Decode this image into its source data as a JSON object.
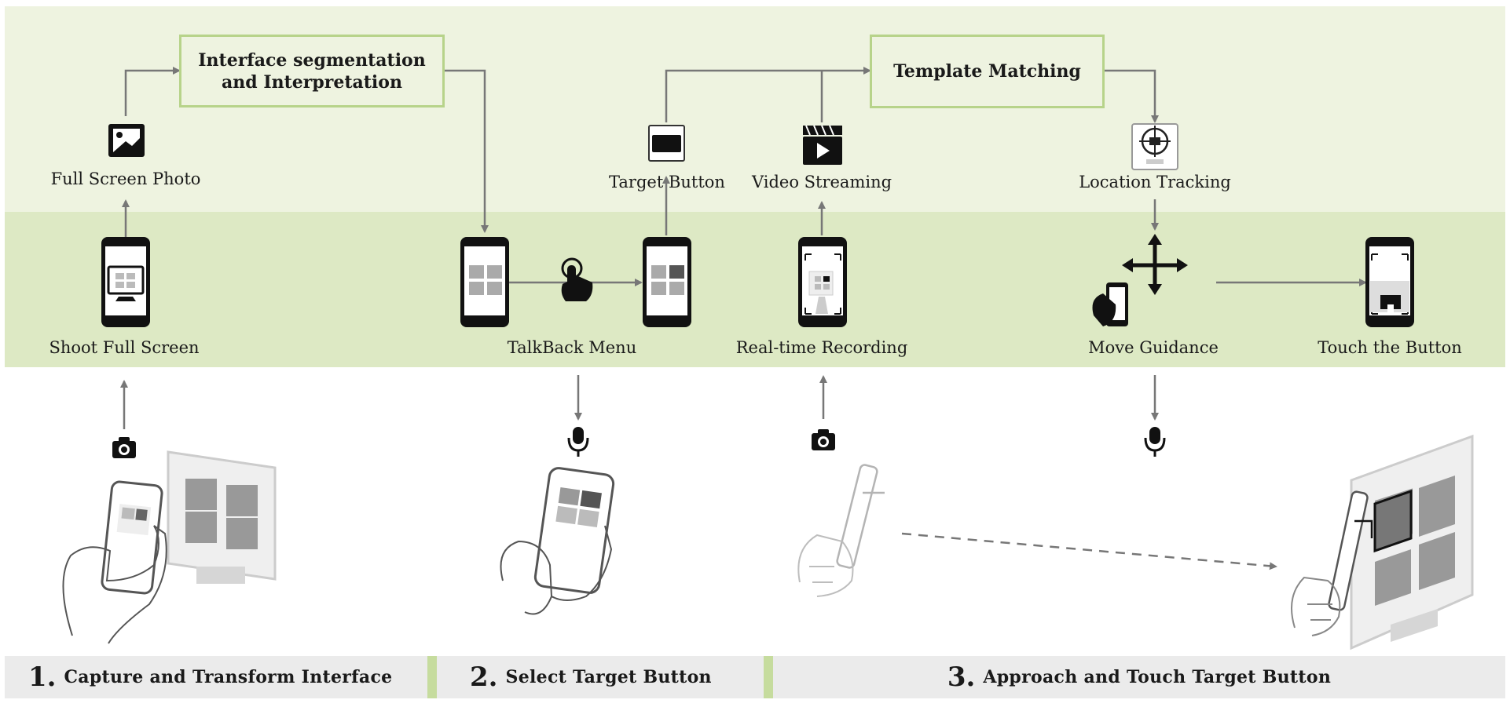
{
  "process_boxes": {
    "segmentation": "Interface segmentation\nand Interpretation",
    "matching": "Template Matching"
  },
  "labels": {
    "full_screen_photo": "Full Screen Photo",
    "target_button": "Target Button",
    "video_streaming": "Video Streaming",
    "location_tracking": "Location Tracking",
    "shoot_full_screen": "Shoot Full Screen",
    "talkback_menu": "TalkBack Menu",
    "realtime_recording": "Real-time Recording",
    "move_guidance": "Move Guidance",
    "touch_the_button": "Touch the Button"
  },
  "steps": [
    {
      "number": "1.",
      "title": "Capture and Transform Interface"
    },
    {
      "number": "2.",
      "title": "Select Target Button"
    },
    {
      "number": "3.",
      "title": "Approach and Touch Target Button"
    }
  ],
  "colors": {
    "band_light": "#eef3e0",
    "band_mid": "#dde9c4",
    "box_border": "#b7d38a",
    "footer_bg": "#ebebeb",
    "footer_sep": "#c6dc9e",
    "arrow": "#777777"
  }
}
